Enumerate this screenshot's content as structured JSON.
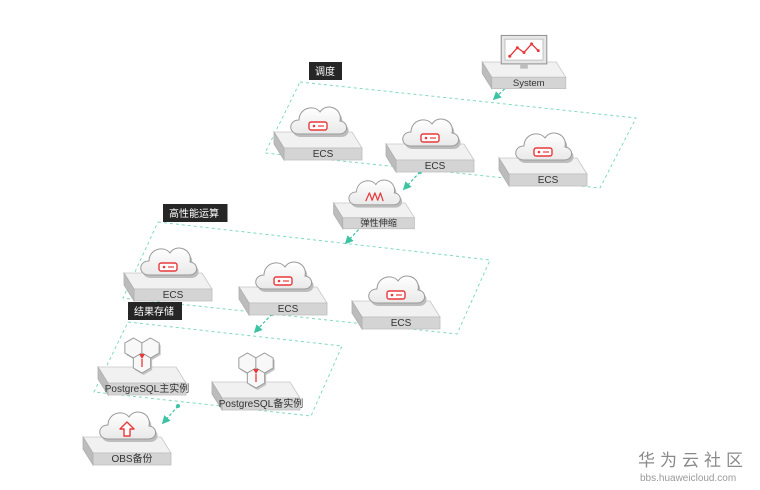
{
  "groups": [
    {
      "id": "dispatch",
      "label": "调度"
    },
    {
      "id": "hpc",
      "label": "高性能运算"
    },
    {
      "id": "storage",
      "label": "结果存储"
    }
  ],
  "nodes": [
    {
      "id": "system",
      "label": "System",
      "icon": "monitor-chart-icon"
    },
    {
      "id": "ecs-a1",
      "label": "ECS",
      "icon": "cloud-server-icon"
    },
    {
      "id": "ecs-a2",
      "label": "ECS",
      "icon": "cloud-server-icon"
    },
    {
      "id": "ecs-a3",
      "label": "ECS",
      "icon": "cloud-server-icon"
    },
    {
      "id": "autoscaling",
      "label": "弹性伸缩",
      "icon": "cloud-autoscaling-icon"
    },
    {
      "id": "ecs-b1",
      "label": "ECS",
      "icon": "cloud-server-icon"
    },
    {
      "id": "ecs-b2",
      "label": "ECS",
      "icon": "cloud-server-icon"
    },
    {
      "id": "ecs-b3",
      "label": "ECS",
      "icon": "cloud-server-icon"
    },
    {
      "id": "pg-primary",
      "label": "PostgreSQL主实例",
      "icon": "hexagon-cluster-icon"
    },
    {
      "id": "pg-standby",
      "label": "PostgreSQL备实例",
      "icon": "hexagon-cluster-icon"
    },
    {
      "id": "obs",
      "label": "OBS备份",
      "icon": "cloud-upload-icon"
    }
  ],
  "connections": [
    {
      "from": "system",
      "to": "dispatch"
    },
    {
      "from": "dispatch",
      "to": "autoscaling"
    },
    {
      "from": "autoscaling",
      "to": "hpc"
    },
    {
      "from": "hpc",
      "to": "storage"
    },
    {
      "from": "storage",
      "to": "obs"
    }
  ],
  "watermark": {
    "title": "华为云社区",
    "url": "bbs.huaweicloud.com"
  },
  "colors": {
    "accent": "#e8393b",
    "connector": "#3cc3a3",
    "platform_top": "#f1f1f1",
    "platform_side": "#d4d4d4",
    "group_border": "#7fd9c2",
    "label_bg": "#262626"
  }
}
